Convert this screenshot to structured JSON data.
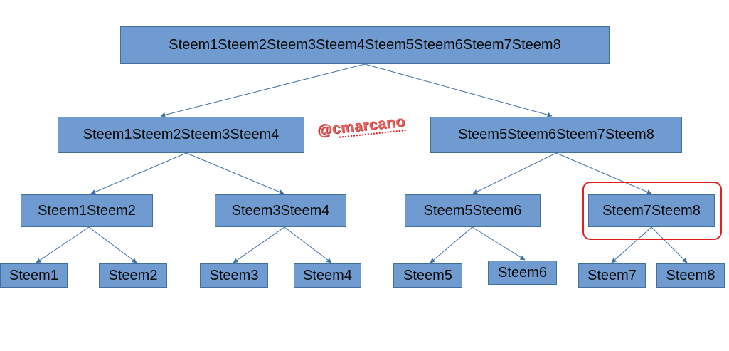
{
  "tree": {
    "root": {
      "label": "Steem1Steem2Steem3Steem4Steem5Steem6Steem7Steem8"
    },
    "level1": [
      {
        "label": "Steem1Steem2Steem3Steem4"
      },
      {
        "label": "Steem5Steem6Steem7Steem8"
      }
    ],
    "level2": [
      {
        "label": "Steem1Steem2"
      },
      {
        "label": "Steem3Steem4"
      },
      {
        "label": "Steem5Steem6"
      },
      {
        "label": "Steem7Steem8",
        "highlighted": true
      }
    ],
    "leaves": [
      {
        "label": "Steem1"
      },
      {
        "label": "Steem2"
      },
      {
        "label": "Steem3"
      },
      {
        "label": "Steem4"
      },
      {
        "label": "Steem5"
      },
      {
        "label": "Steem6"
      },
      {
        "label": "Steem7"
      },
      {
        "label": "Steem8"
      }
    ]
  },
  "watermark": {
    "text": "@cmarcano"
  },
  "colors": {
    "node_fill": "#6f9bd0",
    "node_border": "#41719c",
    "edge": "#3f6fa3",
    "highlight": "#e41e1e",
    "watermark": "#e85f5c"
  }
}
